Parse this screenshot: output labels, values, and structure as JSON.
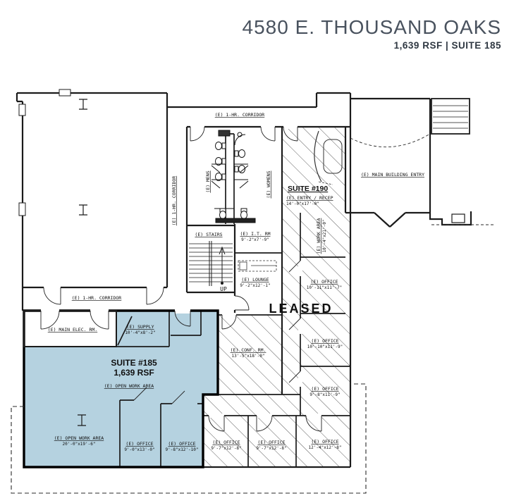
{
  "header": {
    "title": "4580 E. THOUSAND OAKS",
    "subtitle": "1,639 RSF | SUITE 185"
  },
  "plan": {
    "leased_text": "LEASED",
    "up_text": "UP",
    "corridor_top": "(E) 1-HR. CORRIDOR",
    "corridor_left": "(E) 1-HR. CORRIDOR",
    "corridor_mid": "(E) 1-HR. CORRIDOR",
    "mens": "(E) MENS",
    "womens": "(E) WOMENS",
    "main_entry": "(E) MAIN BUILDING ENTRY",
    "stairs": "(E) STAIRS",
    "main_elec": "(E) MAIN ELEC. RM.",
    "suite190": "SUITE #190",
    "suite185": {
      "name": "SUITE #185",
      "rsf": "1,639 RSF",
      "open_work": "(E) OPEN WORK AREA"
    },
    "rooms": {
      "entry_recep": {
        "name": "(E) ENTRY / RECEP",
        "dim": "14'-0\"x17'-0\""
      },
      "it": {
        "name": "(E) I.T. RM",
        "dim": "9'-2\"x7'-9\""
      },
      "lounge": {
        "name": "(E) LOUNGE",
        "dim": "9'-2\"x12'-1\""
      },
      "work_area": {
        "name": "(E) WORK AREA",
        "dim": "10'-4\"x21'-0\""
      },
      "office_r1": {
        "name": "(E) OFFICE",
        "dim": "10'-11\"x11'-7\""
      },
      "office_r2": {
        "name": "(E) OFFICE",
        "dim": "10'-10\"x11'-9\""
      },
      "office_r3": {
        "name": "(E) OFFICE",
        "dim": "9'-8\"x11'-9\""
      },
      "supply": {
        "name": "(E) SUPPLY",
        "dim": "10'-4\"x8'-2\""
      },
      "conf": {
        "name": "(E) CONF. RM.",
        "dim": "13'-5\"x18'-0\""
      },
      "open_work2": {
        "name": "(E) OPEN WORK AREA",
        "dim": "20'-0\"x19'-6\""
      },
      "office_b1": {
        "name": "(E) OFFICE",
        "dim": "9'-0\"x13'-0\""
      },
      "office_b2": {
        "name": "(E) OFFICE",
        "dim": "9'-8\"x12'-10\""
      },
      "office_b3": {
        "name": "(E) OFFICE",
        "dim": "9'-7\"x12'-8\""
      },
      "office_b4": {
        "name": "(E) OFFICE",
        "dim": "9'-7\"x12'-8\""
      },
      "office_b5": {
        "name": "(E) OFFICE",
        "dim": "12'-4\"x12'-8\""
      }
    },
    "colors": {
      "suite_fill": "#b5d2e0",
      "wall": "#1b1b1b",
      "title": "#49525e"
    }
  }
}
